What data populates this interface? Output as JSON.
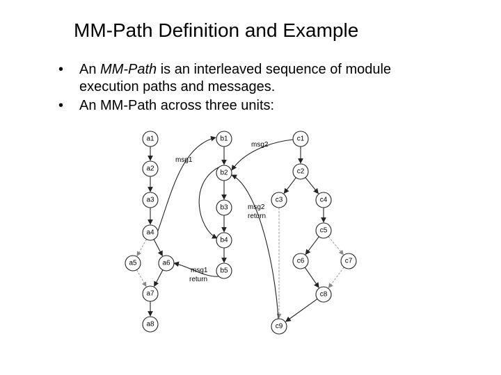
{
  "title": "MM-Path Definition and Example",
  "bullets": [
    {
      "dot": "•",
      "pre": "An ",
      "em": "MM-Path",
      "post": " is an interleaved sequence of module",
      "line2": "execution paths and messages."
    },
    {
      "dot": "•",
      "pre": "An MM-Path across three units:",
      "em": "",
      "post": "",
      "line2": ""
    }
  ],
  "diagram": {
    "nodes": [
      "a1",
      "a2",
      "a3",
      "a4",
      "a5",
      "a6",
      "a7",
      "a8",
      "b1",
      "b2",
      "b3",
      "b4",
      "b5",
      "c1",
      "c2",
      "c3",
      "c4",
      "c5",
      "c6",
      "c7",
      "c8",
      "c9"
    ],
    "messages": {
      "msg1": "msg1",
      "msg2": "msg2",
      "msg2_return_1": "msg2",
      "msg2_return_2": "return",
      "msg1_return_1": "msg1",
      "msg1_return_2": "return"
    }
  }
}
